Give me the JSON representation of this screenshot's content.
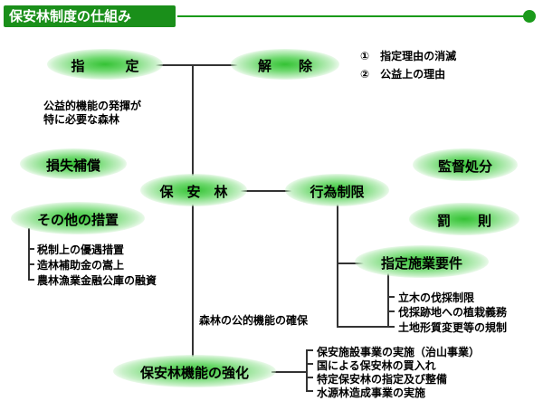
{
  "header": {
    "title": "保安林制度の仕組み"
  },
  "nodes": {
    "shitei": "指　　　定",
    "kaijo": "解　　除",
    "sonshitsu": "損失補償",
    "hoanrin": "保　安　林",
    "koui": "行為制限",
    "kantoku": "監督処分",
    "bassoku": "罰　　則",
    "sonota": "その他の措置",
    "shitei_sekou": "指定施業要件",
    "kyouka": "保安林機能の強化"
  },
  "kaijo_reasons": [
    "①　指定理由の消滅",
    "②　公益上の理由"
  ],
  "shitei_note": [
    "公益的機能の発揮が",
    "特に必要な森林"
  ],
  "sonota_items": [
    "税制上の優遇措置",
    "造林補助金の嵩上",
    "農林漁業金融公庫の融資"
  ],
  "sekou_items": [
    "立木の伐採制限",
    "伐採跡地への植栽義務",
    "土地形質変更等の規制"
  ],
  "kinou_note": "森林の公的機能の確保",
  "kyouka_items": [
    "保安施設事業の実施（治山事業）",
    "国による保安林の買入れ",
    "特定保安林の指定及び整備",
    "水源林造成事業の実施"
  ]
}
